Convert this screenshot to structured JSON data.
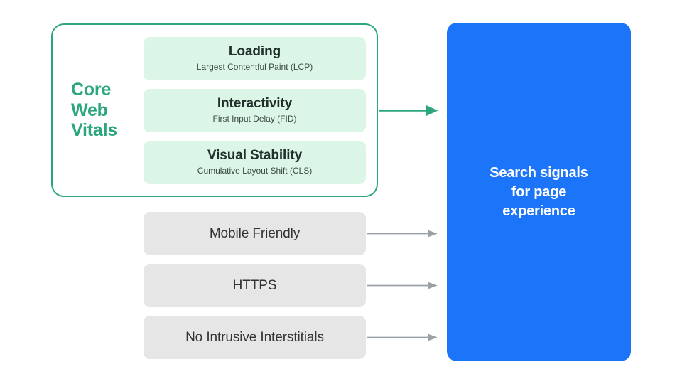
{
  "diagram": {
    "title": "Search signals for page experience",
    "colors": {
      "green_accent": "#2BA77B",
      "mint_fill": "#DBF5E6",
      "gray_fill": "#E6E6E6",
      "blue_fill": "#1C74F8",
      "gray_arrow": "#9AA0A6",
      "text_dark": "#22302C",
      "text_white": "#FFFFFF"
    },
    "core_web_vitals": {
      "label_lines": [
        "Core",
        "Web",
        "Vitals"
      ],
      "metrics": [
        {
          "title": "Loading",
          "subtitle": "Largest Contentful Paint (LCP)"
        },
        {
          "title": "Interactivity",
          "subtitle": "First Input Delay (FID)"
        },
        {
          "title": "Visual Stability",
          "subtitle": "Cumulative Layout Shift (CLS)"
        }
      ]
    },
    "other_signals": [
      {
        "label": "Mobile Friendly"
      },
      {
        "label": "HTTPS"
      },
      {
        "label": "No Intrusive Interstitials"
      }
    ],
    "destination": {
      "lines": [
        "Search signals",
        "for page",
        "experience"
      ]
    },
    "arrows": [
      {
        "name": "arrow-core-web-vitals",
        "color": "#2BA77B"
      },
      {
        "name": "arrow-mobile-friendly",
        "color": "#9AA0A6"
      },
      {
        "name": "arrow-https",
        "color": "#9AA0A6"
      },
      {
        "name": "arrow-no-intrusive-interstitials",
        "color": "#9AA0A6"
      }
    ]
  }
}
